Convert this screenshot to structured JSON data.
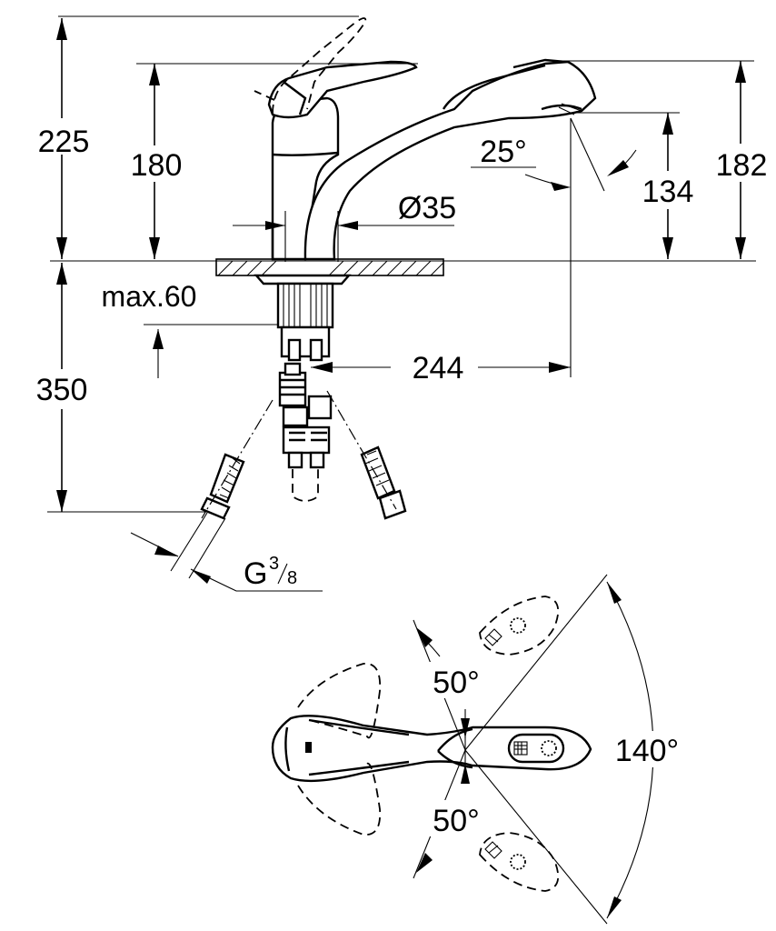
{
  "side_view": {
    "dim_total_height": "225",
    "dim_spout_height": "180",
    "dim_outlet_height_right": "182",
    "dim_outlet_clearance": "134",
    "dim_spout_angle": "25°",
    "dim_hole_diameter": "Ø35",
    "dim_deck_thickness": "max.60",
    "dim_below_deck": "350",
    "dim_spout_reach": "244",
    "connection_thread_main": "G",
    "connection_thread_num": "3",
    "connection_thread_den": "8"
  },
  "top_view": {
    "angle_upper": "50°",
    "angle_lower": "50°",
    "angle_total": "140°"
  }
}
